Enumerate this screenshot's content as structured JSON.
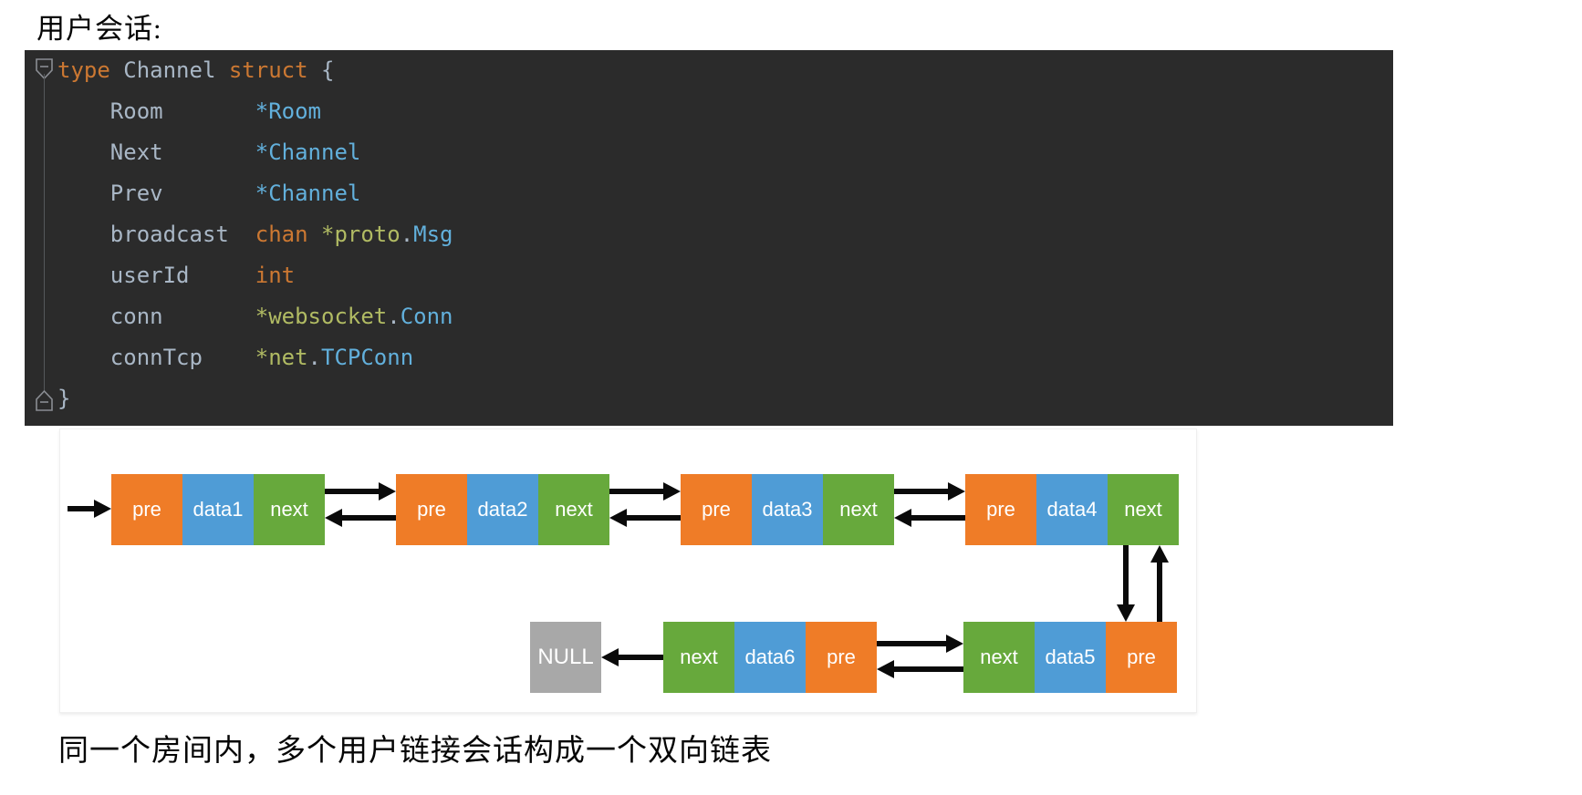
{
  "page": {
    "title": "用户会话:",
    "caption": "同一个房间内，多个用户链接会话构成一个双向链表"
  },
  "code": {
    "background": "#2b2b2b",
    "colors": {
      "keyword": "#CC7832",
      "plain": "#A9B7C6",
      "type": "#62B0DC",
      "package": "#B1BB63"
    },
    "gutter_icons": [
      "fold-collapse-top-icon",
      "fold-collapse-bottom-icon"
    ],
    "lines": [
      [
        {
          "t": "type",
          "c": "keyword"
        },
        {
          "t": " Channel ",
          "c": "plain"
        },
        {
          "t": "struct",
          "c": "keyword"
        },
        {
          "t": " {",
          "c": "plain"
        }
      ],
      [
        {
          "t": "    Room       ",
          "c": "plain"
        },
        {
          "t": "*Room",
          "c": "type"
        }
      ],
      [
        {
          "t": "    Next       ",
          "c": "plain"
        },
        {
          "t": "*Channel",
          "c": "type"
        }
      ],
      [
        {
          "t": "    Prev       ",
          "c": "plain"
        },
        {
          "t": "*Channel",
          "c": "type"
        }
      ],
      [
        {
          "t": "    broadcast  ",
          "c": "plain"
        },
        {
          "t": "chan",
          "c": "keyword"
        },
        {
          "t": " ",
          "c": "plain"
        },
        {
          "t": "*proto",
          "c": "package"
        },
        {
          "t": ".",
          "c": "plain"
        },
        {
          "t": "Msg",
          "c": "type"
        }
      ],
      [
        {
          "t": "    userId     ",
          "c": "plain"
        },
        {
          "t": "int",
          "c": "keyword"
        }
      ],
      [
        {
          "t": "    conn       ",
          "c": "plain"
        },
        {
          "t": "*websocket",
          "c": "package"
        },
        {
          "t": ".",
          "c": "plain"
        },
        {
          "t": "Conn",
          "c": "type"
        }
      ],
      [
        {
          "t": "    connTcp    ",
          "c": "plain"
        },
        {
          "t": "*net",
          "c": "package"
        },
        {
          "t": ".",
          "c": "plain"
        },
        {
          "t": "TCPConn",
          "c": "type"
        }
      ],
      [
        {
          "t": "}",
          "c": "plain"
        }
      ]
    ]
  },
  "diagram": {
    "colors": {
      "pre": "#EF7C27",
      "data": "#4F9CD6",
      "next": "#67A93C",
      "null_box": "#A8A8A8"
    },
    "row1_nodes": [
      {
        "cells": [
          {
            "label": "pre",
            "color": "pre"
          },
          {
            "label": "data1",
            "color": "data"
          },
          {
            "label": "next",
            "color": "next"
          }
        ]
      },
      {
        "cells": [
          {
            "label": "pre",
            "color": "pre"
          },
          {
            "label": "data2",
            "color": "data"
          },
          {
            "label": "next",
            "color": "next"
          }
        ]
      },
      {
        "cells": [
          {
            "label": "pre",
            "color": "pre"
          },
          {
            "label": "data3",
            "color": "data"
          },
          {
            "label": "next",
            "color": "next"
          }
        ]
      },
      {
        "cells": [
          {
            "label": "pre",
            "color": "pre"
          },
          {
            "label": "data4",
            "color": "data"
          },
          {
            "label": "next",
            "color": "next"
          }
        ]
      }
    ],
    "row2": {
      "null_label": "NULL",
      "nodes": [
        {
          "cells": [
            {
              "label": "next",
              "color": "next"
            },
            {
              "label": "data6",
              "color": "data"
            },
            {
              "label": "pre",
              "color": "pre"
            }
          ]
        },
        {
          "cells": [
            {
              "label": "next",
              "color": "next"
            },
            {
              "label": "data5",
              "color": "data"
            },
            {
              "label": "pre",
              "color": "pre"
            }
          ]
        }
      ]
    }
  }
}
